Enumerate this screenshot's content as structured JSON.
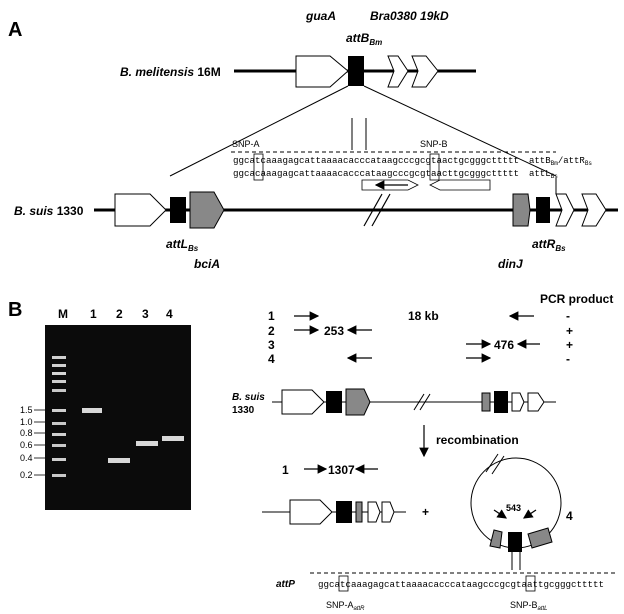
{
  "panel_a": {
    "label": "A",
    "melitensis": {
      "strain_italic": "B. melitensis",
      "strain_suffix": " 16M",
      "gene_guaA": "guaA",
      "gene_bra": "Bra0380 19kD",
      "attB_main": "attB",
      "attB_sub": "Bm"
    },
    "snp_a_label": "SNP-A",
    "snp_b_label": "SNP-B",
    "seq_top": "ggcatcaaagagcattaaaacacccataagcccgcgtaactgcgggcttttt",
    "seq_bottom": "ggcacaaagagcattaaaacacccataagcccgcgtaacttgcgggcttttt",
    "right_top": {
      "a": "attB",
      "a_sub": "Bm",
      "sep": "/attR",
      "b_sub": "Bs"
    },
    "right_bottom": {
      "a": "attL",
      "a_sub": "Bs"
    },
    "suis": {
      "strain_italic": "B. suis",
      "strain_suffix": " 1330",
      "attL_main": "attL",
      "attL_sub": "Bs",
      "bciA": "bciA",
      "dinJ": "dinJ",
      "attR_main": "attR",
      "attR_sub": "Bs"
    }
  },
  "panel_b": {
    "label": "B",
    "gel": {
      "lane_labels": [
        "M",
        "1",
        "2",
        "3",
        "4"
      ],
      "size_markers": [
        "1.5",
        "1.0",
        "0.8",
        "0.6",
        "0.4",
        "0.2"
      ]
    },
    "pcr_header": "PCR product",
    "pcr_rows": [
      {
        "label": "1",
        "value": "18 kb",
        "result": "-"
      },
      {
        "label": "2",
        "value": "253",
        "result": "+"
      },
      {
        "label": "3",
        "value": "476",
        "result": "+"
      },
      {
        "label": "4",
        "value": "",
        "result": "-"
      }
    ],
    "suis_line1": "B. suis",
    "suis_line2": "1330",
    "recombination": "recombination",
    "product_label": "1",
    "product_value": "1307",
    "plus": "+",
    "circle_value": "543",
    "circle_label": "4",
    "attP": "attP",
    "attP_seq": "ggcatcaaagagcattaaaacacccataagcccgcgtaattgcgggcttttt",
    "snp_a_bottom": "SNP-A",
    "snp_a_bottom_sub": "attR",
    "snp_b_bottom": "SNP-B",
    "snp_b_bottom_sub": "attL"
  }
}
